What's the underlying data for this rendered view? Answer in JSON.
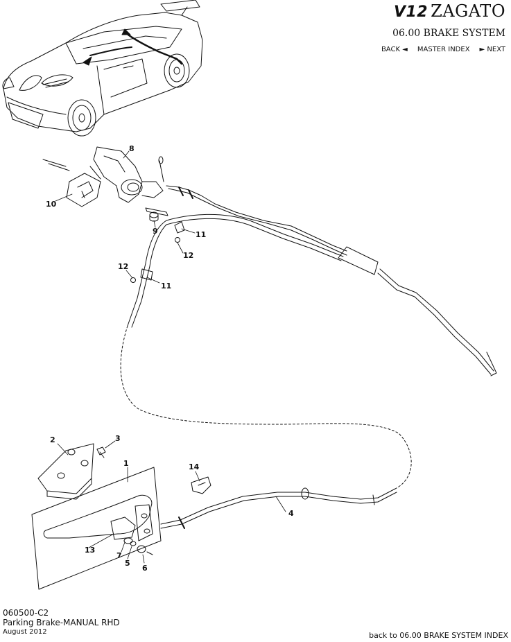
{
  "header": {
    "brand_prefix": "V12",
    "brand_name": "ZAGATO",
    "section_title": "06.00 BRAKE SYSTEM",
    "nav": {
      "back": "BACK ◄",
      "master_index": "MASTER INDEX",
      "next": "► NEXT"
    }
  },
  "callouts": [
    {
      "id": "c1",
      "label": "1"
    },
    {
      "id": "c2",
      "label": "2"
    },
    {
      "id": "c3",
      "label": "3"
    },
    {
      "id": "c4",
      "label": "4"
    },
    {
      "id": "c5",
      "label": "5"
    },
    {
      "id": "c6",
      "label": "6"
    },
    {
      "id": "c7",
      "label": "7"
    },
    {
      "id": "c8",
      "label": "8"
    },
    {
      "id": "c9",
      "label": "9"
    },
    {
      "id": "c10",
      "label": "10"
    },
    {
      "id": "c11a",
      "label": "11"
    },
    {
      "id": "c11b",
      "label": "11"
    },
    {
      "id": "c12a",
      "label": "12"
    },
    {
      "id": "c12b",
      "label": "12"
    },
    {
      "id": "c13",
      "label": "13"
    },
    {
      "id": "c14",
      "label": "14"
    }
  ],
  "footer": {
    "code": "060500-C2",
    "title": "Parking Brake-MANUAL RHD",
    "date": "August 2012",
    "back_link": "back to 06.00 BRAKE SYSTEM INDEX"
  }
}
